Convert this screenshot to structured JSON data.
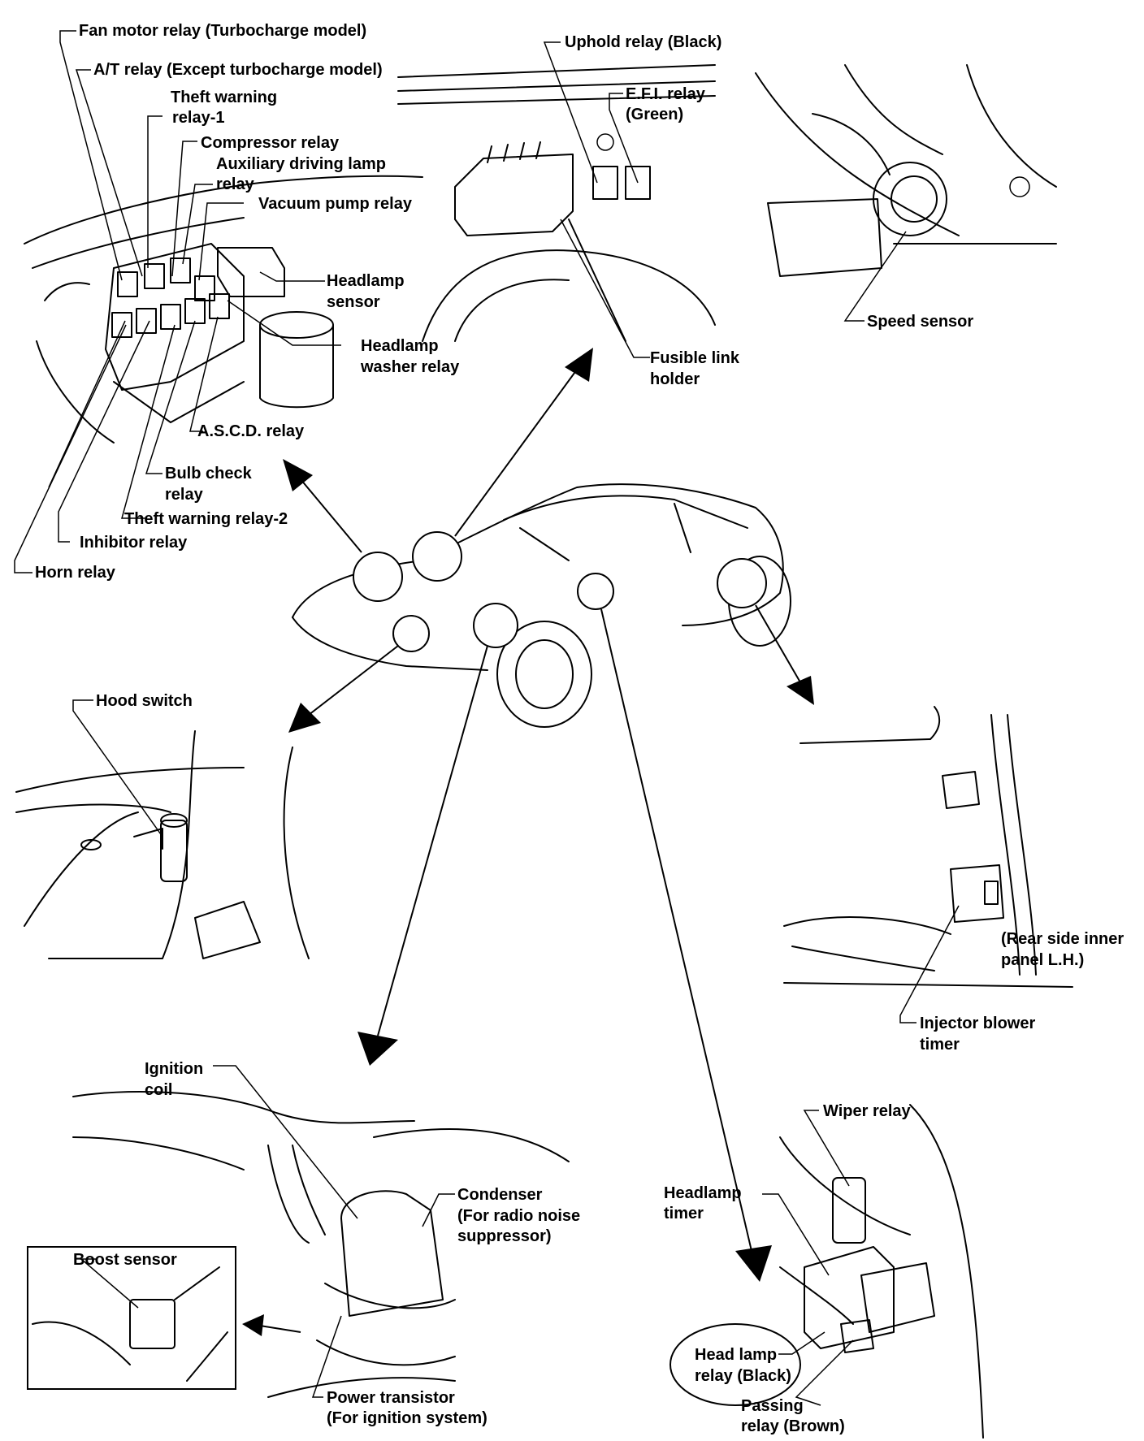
{
  "labels": {
    "fan_motor_relay": "Fan motor relay (Turbocharge model)",
    "at_relay": "A/T relay (Except turbocharge model)",
    "theft_warning_1_l1": "Theft warning",
    "theft_warning_1_l2": "relay-1",
    "compressor_relay": "Compressor relay",
    "aux_lamp_l1": "Auxiliary driving lamp",
    "aux_lamp_l2": "relay",
    "vacuum_pump_relay": "Vacuum pump relay",
    "headlamp_sensor_l1": "Headlamp",
    "headlamp_sensor_l2": "sensor",
    "headlamp_washer_l1": "Headlamp",
    "headlamp_washer_l2": "washer relay",
    "ascd_relay": "A.S.C.D. relay",
    "bulb_check_l1": "Bulb check",
    "bulb_check_l2": "relay",
    "theft_warning_2": "Theft warning  relay-2",
    "inhibitor_relay": "Inhibitor relay",
    "horn_relay": "Horn relay",
    "uphold_relay": "Uphold relay (Black)",
    "efi_relay_l1": "E.F.I. relay",
    "efi_relay_l2": "(Green)",
    "fusible_link_l1": "Fusible link",
    "fusible_link_l2": "holder",
    "speed_sensor": "Speed sensor",
    "hood_switch": "Hood switch",
    "rear_panel_l1": "(Rear side inner",
    "rear_panel_l2": "panel L.H.)",
    "injector_timer_l1": "Injector blower",
    "injector_timer_l2": "timer",
    "ignition_coil_l1": "Ignition",
    "ignition_coil_l2": "coil",
    "condenser_l1": "Condenser",
    "condenser_l2": "(For radio noise",
    "condenser_l3": "suppressor)",
    "boost_sensor": "Boost sensor",
    "power_transistor_l1": "Power transistor",
    "power_transistor_l2": "(For ignition system)",
    "wiper_relay": "Wiper relay",
    "headlamp_timer_l1": "Headlamp",
    "headlamp_timer_l2": "timer",
    "head_lamp_relay_l1": "Head lamp",
    "head_lamp_relay_l2": "relay (Black)",
    "passing_relay_l1": "Passing",
    "passing_relay_l2": "relay (Brown)"
  }
}
